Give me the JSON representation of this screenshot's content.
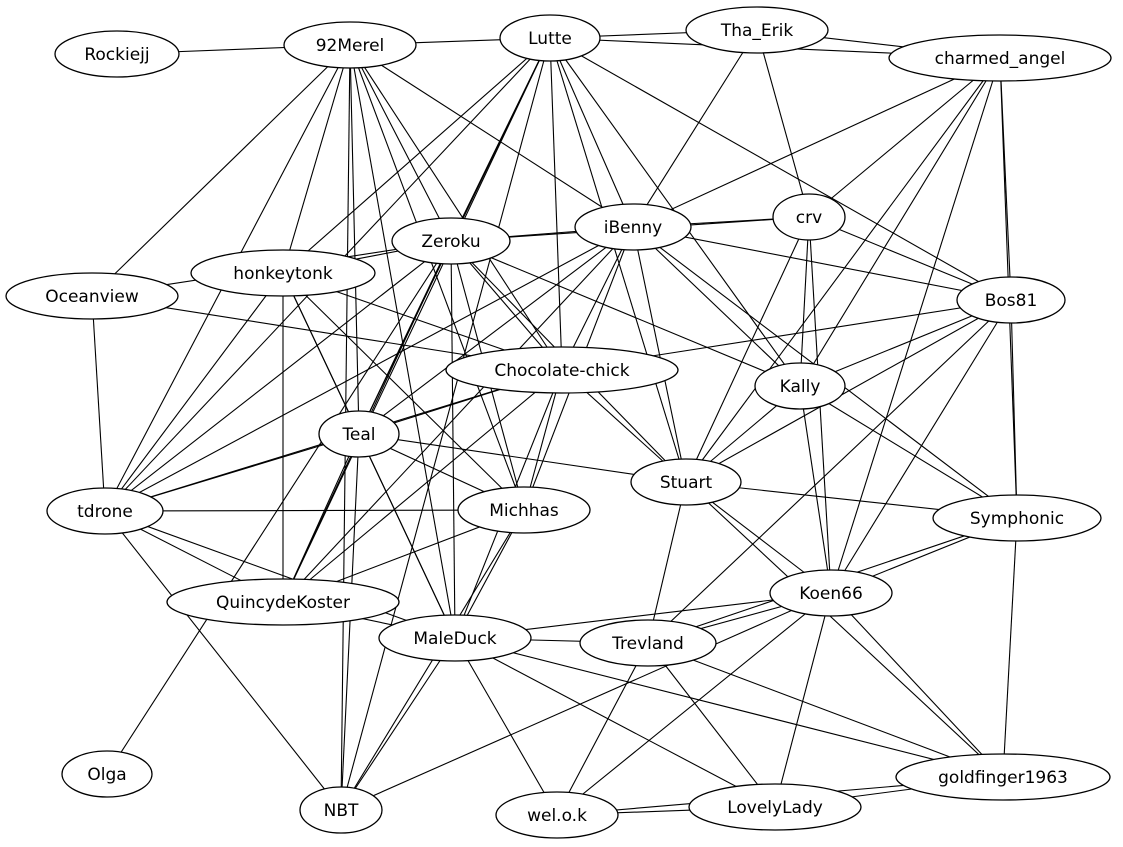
{
  "graph": {
    "nodes": [
      {
        "id": "Rockiejj",
        "label": "Rockiejj"
      },
      {
        "id": "92Merel",
        "label": "92Merel"
      },
      {
        "id": "Lutte",
        "label": "Lutte"
      },
      {
        "id": "Tha_Erik",
        "label": "Tha_Erik"
      },
      {
        "id": "charmed_angel",
        "label": "charmed_angel"
      },
      {
        "id": "iBenny",
        "label": "iBenny"
      },
      {
        "id": "crv",
        "label": "crv"
      },
      {
        "id": "Zeroku",
        "label": "Zeroku"
      },
      {
        "id": "honkeytonk",
        "label": "honkeytonk"
      },
      {
        "id": "Oceanview",
        "label": "Oceanview"
      },
      {
        "id": "Bos81",
        "label": "Bos81"
      },
      {
        "id": "Chocolate-chick",
        "label": "Chocolate-chick"
      },
      {
        "id": "Kally",
        "label": "Kally"
      },
      {
        "id": "Teal",
        "label": "Teal"
      },
      {
        "id": "Stuart",
        "label": "Stuart"
      },
      {
        "id": "tdrone",
        "label": "tdrone"
      },
      {
        "id": "Michhas",
        "label": "Michhas"
      },
      {
        "id": "Symphonic",
        "label": "Symphonic"
      },
      {
        "id": "QuincydeKoster",
        "label": "QuincydeKoster"
      },
      {
        "id": "Koen66",
        "label": "Koen66"
      },
      {
        "id": "MaleDuck",
        "label": "MaleDuck"
      },
      {
        "id": "Trevland",
        "label": "Trevland"
      },
      {
        "id": "Olga",
        "label": "Olga"
      },
      {
        "id": "NBT",
        "label": "NBT"
      },
      {
        "id": "wel.o.k",
        "label": "wel.o.k"
      },
      {
        "id": "LovelyLady",
        "label": "LovelyLady"
      },
      {
        "id": "goldfinger1963",
        "label": "goldfinger1963"
      }
    ],
    "edges": [
      [
        "Rockiejj",
        "92Merel"
      ],
      [
        "92Merel",
        "Lutte"
      ],
      [
        "92Merel",
        "Oceanview"
      ],
      [
        "92Merel",
        "honkeytonk"
      ],
      [
        "92Merel",
        "tdrone"
      ],
      [
        "92Merel",
        "Zeroku"
      ],
      [
        "92Merel",
        "iBenny"
      ],
      [
        "92Merel",
        "Chocolate-chick"
      ],
      [
        "92Merel",
        "Teal"
      ],
      [
        "92Merel",
        "Michhas"
      ],
      [
        "92Merel",
        "MaleDuck"
      ],
      [
        "92Merel",
        "NBT"
      ],
      [
        "Lutte",
        "Tha_Erik"
      ],
      [
        "Lutte",
        "charmed_angel"
      ],
      [
        "Lutte",
        "honkeytonk"
      ],
      [
        "Lutte",
        "Zeroku"
      ],
      [
        "Lutte",
        "iBenny"
      ],
      [
        "Lutte",
        "Chocolate-chick"
      ],
      [
        "Lutte",
        "Kally"
      ],
      [
        "Lutte",
        "Bos81"
      ],
      [
        "Lutte",
        "Teal"
      ],
      [
        "Lutte",
        "tdrone"
      ],
      [
        "Lutte",
        "QuincydeKoster"
      ],
      [
        "Lutte",
        "Stuart"
      ],
      [
        "Lutte",
        "NBT"
      ],
      [
        "Tha_Erik",
        "charmed_angel"
      ],
      [
        "Tha_Erik",
        "iBenny"
      ],
      [
        "Tha_Erik",
        "crv"
      ],
      [
        "charmed_angel",
        "iBenny"
      ],
      [
        "charmed_angel",
        "crv"
      ],
      [
        "charmed_angel",
        "Bos81"
      ],
      [
        "charmed_angel",
        "Kally"
      ],
      [
        "charmed_angel",
        "Symphonic"
      ],
      [
        "charmed_angel",
        "Koen66"
      ],
      [
        "charmed_angel",
        "Stuart"
      ],
      [
        "iBenny",
        "Zeroku"
      ],
      [
        "iBenny",
        "crv"
      ],
      [
        "iBenny",
        "Bos81"
      ],
      [
        "iBenny",
        "Kally"
      ],
      [
        "iBenny",
        "Chocolate-chick"
      ],
      [
        "iBenny",
        "Teal"
      ],
      [
        "iBenny",
        "tdrone"
      ],
      [
        "iBenny",
        "QuincydeKoster"
      ],
      [
        "iBenny",
        "Stuart"
      ],
      [
        "iBenny",
        "Symphonic"
      ],
      [
        "iBenny",
        "Michhas"
      ],
      [
        "crv",
        "Zeroku"
      ],
      [
        "crv",
        "Bos81"
      ],
      [
        "crv",
        "Kally"
      ],
      [
        "crv",
        "Stuart"
      ],
      [
        "crv",
        "Koen66"
      ],
      [
        "Zeroku",
        "honkeytonk"
      ],
      [
        "Zeroku",
        "Chocolate-chick"
      ],
      [
        "Zeroku",
        "Teal"
      ],
      [
        "Zeroku",
        "tdrone"
      ],
      [
        "Zeroku",
        "QuincydeKoster"
      ],
      [
        "Zeroku",
        "Michhas"
      ],
      [
        "Zeroku",
        "MaleDuck"
      ],
      [
        "Zeroku",
        "Kally"
      ],
      [
        "Zeroku",
        "Stuart"
      ],
      [
        "Zeroku",
        "Olga"
      ],
      [
        "Zeroku",
        "Oceanview"
      ],
      [
        "honkeytonk",
        "Chocolate-chick"
      ],
      [
        "honkeytonk",
        "Teal"
      ],
      [
        "honkeytonk",
        "tdrone"
      ],
      [
        "honkeytonk",
        "QuincydeKoster"
      ],
      [
        "honkeytonk",
        "Michhas"
      ],
      [
        "honkeytonk",
        "MaleDuck"
      ],
      [
        "Oceanview",
        "tdrone"
      ],
      [
        "Oceanview",
        "Chocolate-chick"
      ],
      [
        "Bos81",
        "Chocolate-chick"
      ],
      [
        "Bos81",
        "Kally"
      ],
      [
        "Bos81",
        "Stuart"
      ],
      [
        "Bos81",
        "Symphonic"
      ],
      [
        "Bos81",
        "Koen66"
      ],
      [
        "Bos81",
        "Trevland"
      ],
      [
        "Chocolate-chick",
        "Teal"
      ],
      [
        "Chocolate-chick",
        "tdrone"
      ],
      [
        "Chocolate-chick",
        "Stuart"
      ],
      [
        "Chocolate-chick",
        "Michhas"
      ],
      [
        "Chocolate-chick",
        "QuincydeKoster"
      ],
      [
        "Chocolate-chick",
        "MaleDuck"
      ],
      [
        "Kally",
        "Stuart"
      ],
      [
        "Kally",
        "Symphonic"
      ],
      [
        "Kally",
        "Koen66"
      ],
      [
        "Teal",
        "tdrone"
      ],
      [
        "Teal",
        "Stuart"
      ],
      [
        "Teal",
        "Michhas"
      ],
      [
        "Teal",
        "QuincydeKoster"
      ],
      [
        "Teal",
        "MaleDuck"
      ],
      [
        "Teal",
        "NBT"
      ],
      [
        "Stuart",
        "Symphonic"
      ],
      [
        "Stuart",
        "Koen66"
      ],
      [
        "Stuart",
        "Trevland"
      ],
      [
        "Stuart",
        "goldfinger1963"
      ],
      [
        "tdrone",
        "Michhas"
      ],
      [
        "tdrone",
        "QuincydeKoster"
      ],
      [
        "tdrone",
        "MaleDuck"
      ],
      [
        "tdrone",
        "NBT"
      ],
      [
        "Michhas",
        "QuincydeKoster"
      ],
      [
        "Michhas",
        "MaleDuck"
      ],
      [
        "Michhas",
        "NBT"
      ],
      [
        "Symphonic",
        "Koen66"
      ],
      [
        "Symphonic",
        "Trevland"
      ],
      [
        "Symphonic",
        "goldfinger1963"
      ],
      [
        "QuincydeKoster",
        "MaleDuck"
      ],
      [
        "Koen66",
        "MaleDuck"
      ],
      [
        "Koen66",
        "Trevland"
      ],
      [
        "Koen66",
        "LovelyLady"
      ],
      [
        "Koen66",
        "goldfinger1963"
      ],
      [
        "Koen66",
        "wel.o.k"
      ],
      [
        "Koen66",
        "NBT"
      ],
      [
        "MaleDuck",
        "Trevland"
      ],
      [
        "MaleDuck",
        "NBT"
      ],
      [
        "MaleDuck",
        "wel.o.k"
      ],
      [
        "MaleDuck",
        "LovelyLady"
      ],
      [
        "MaleDuck",
        "goldfinger1963"
      ],
      [
        "Trevland",
        "wel.o.k"
      ],
      [
        "Trevland",
        "LovelyLady"
      ],
      [
        "Trevland",
        "goldfinger1963"
      ],
      [
        "wel.o.k",
        "LovelyLady"
      ],
      [
        "wel.o.k",
        "goldfinger1963"
      ],
      [
        "LovelyLady",
        "goldfinger1963"
      ]
    ]
  }
}
